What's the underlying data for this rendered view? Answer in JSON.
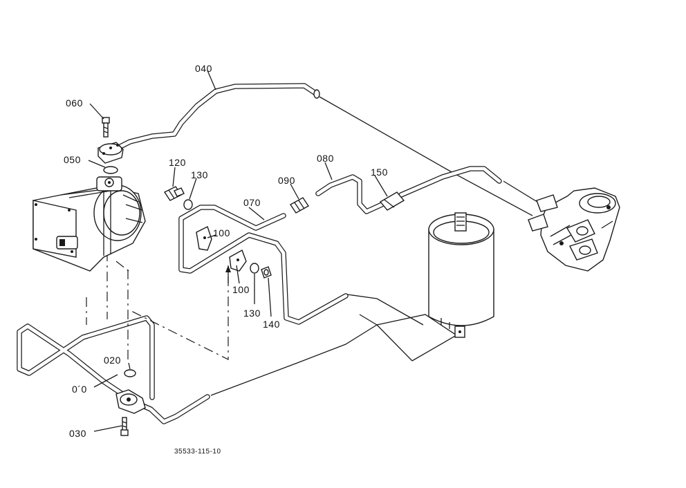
{
  "callouts": {
    "c010": "0´0",
    "c020": "020",
    "c030": "030",
    "c040": "040",
    "c050": "050",
    "c060": "060",
    "c070": "070",
    "c080": "080",
    "c090": "090",
    "c100a": "100",
    "c100b": "100",
    "c120": "120",
    "c130a": "130",
    "c130b": "130",
    "c140": "140",
    "c150": "150"
  },
  "drawing_ref": "35533-115-10"
}
